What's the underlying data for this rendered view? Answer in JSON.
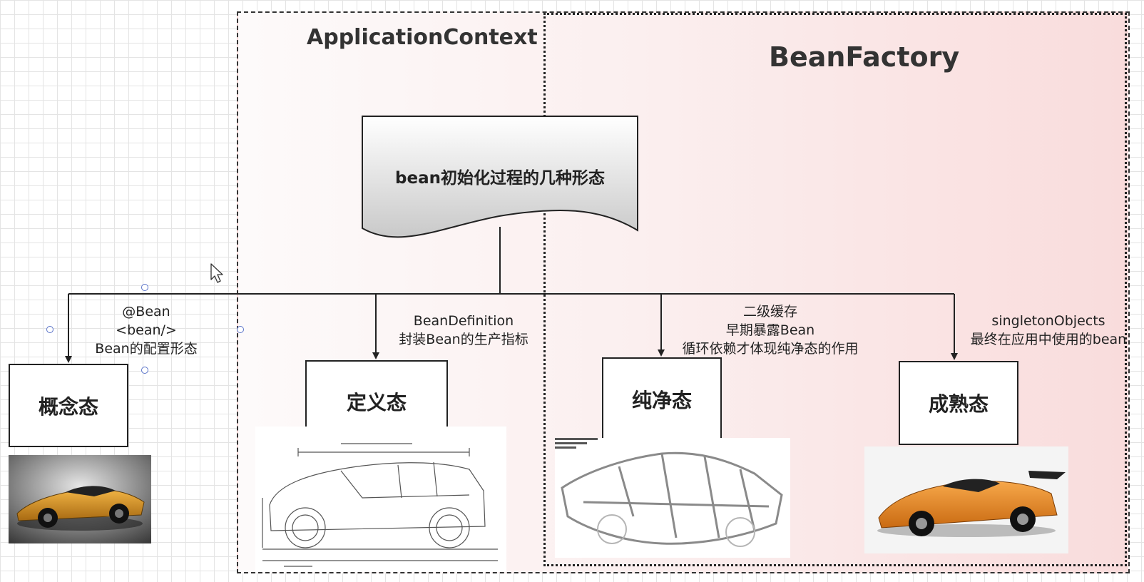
{
  "regions": {
    "application_context": {
      "title": "ApplicationContext"
    },
    "bean_factory": {
      "title": "BeanFactory"
    }
  },
  "root_node": {
    "label": "bean初始化过程的几种形态"
  },
  "states": [
    {
      "label": "概念态",
      "note": [
        "@Bean",
        "<bean/>",
        "Bean的配置形态"
      ]
    },
    {
      "label": "定义态",
      "note": [
        "BeanDefinition",
        "封装Bean的生产指标"
      ]
    },
    {
      "label": "纯净态",
      "note": [
        "二级缓存",
        "早期暴露Bean",
        "循环依赖才体现纯净态的作用"
      ]
    },
    {
      "label": "成熟态",
      "note": [
        "singletonObjects",
        "最终在应用中使用的bean"
      ]
    }
  ],
  "colors": {
    "region_fill": "#f9dcdc",
    "line": "#222222",
    "selection_handle": "#5a73c9",
    "car_orange": "#e8932a"
  },
  "icons": {
    "cursor": "mouse-pointer-icon"
  }
}
